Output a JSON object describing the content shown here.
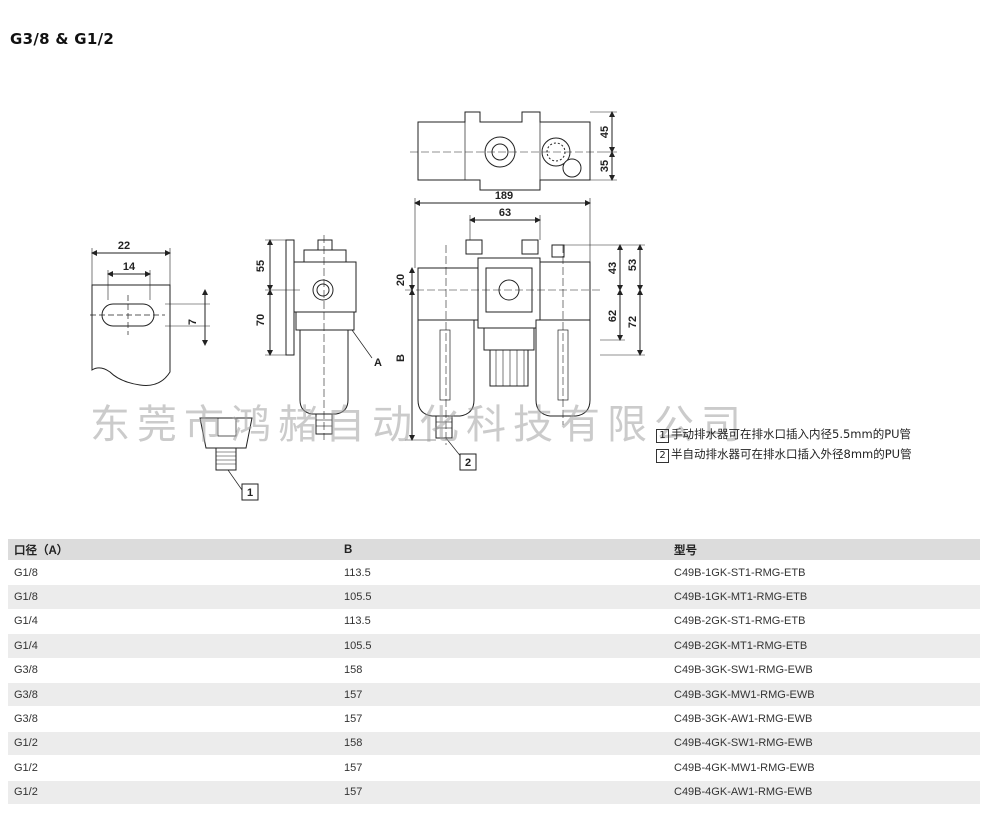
{
  "title": "G3/8 & G1/2",
  "drawing": {
    "dims": {
      "d22": "22",
      "d14": "14",
      "d7": "7",
      "d55": "55",
      "d70": "70",
      "label_A": "A",
      "d45": "45",
      "d35": "35",
      "d189": "189",
      "d63": "63",
      "d20": "20",
      "label_B": "B",
      "d43": "43",
      "d53": "53",
      "d62": "62",
      "d72": "72",
      "callout1": "1",
      "callout2": "2"
    }
  },
  "watermark": "东莞市鸿赭自动化科技有限公司",
  "notes": [
    {
      "num": "1",
      "text": "手动排水器可在排水口插入内径5.5mm的PU管"
    },
    {
      "num": "2",
      "text": "半自动排水器可在排水口插入外径8mm的PU管"
    }
  ],
  "table": {
    "headers": [
      "口径（A）",
      "B",
      "型号"
    ],
    "rows": [
      [
        "G1/8",
        "113.5",
        "C49B-1GK-ST1-RMG-ETB"
      ],
      [
        "G1/8",
        "105.5",
        "C49B-1GK-MT1-RMG-ETB"
      ],
      [
        "G1/4",
        "113.5",
        "C49B-2GK-ST1-RMG-ETB"
      ],
      [
        "G1/4",
        "105.5",
        "C49B-2GK-MT1-RMG-ETB"
      ],
      [
        "G3/8",
        "158",
        "C49B-3GK-SW1-RMG-EWB"
      ],
      [
        "G3/8",
        "157",
        "C49B-3GK-MW1-RMG-EWB"
      ],
      [
        "G3/8",
        "157",
        "C49B-3GK-AW1-RMG-EWB"
      ],
      [
        "G1/2",
        "158",
        "C49B-4GK-SW1-RMG-EWB"
      ],
      [
        "G1/2",
        "157",
        "C49B-4GK-MW1-RMG-EWB"
      ],
      [
        "G1/2",
        "157",
        "C49B-4GK-AW1-RMG-EWB"
      ]
    ]
  }
}
